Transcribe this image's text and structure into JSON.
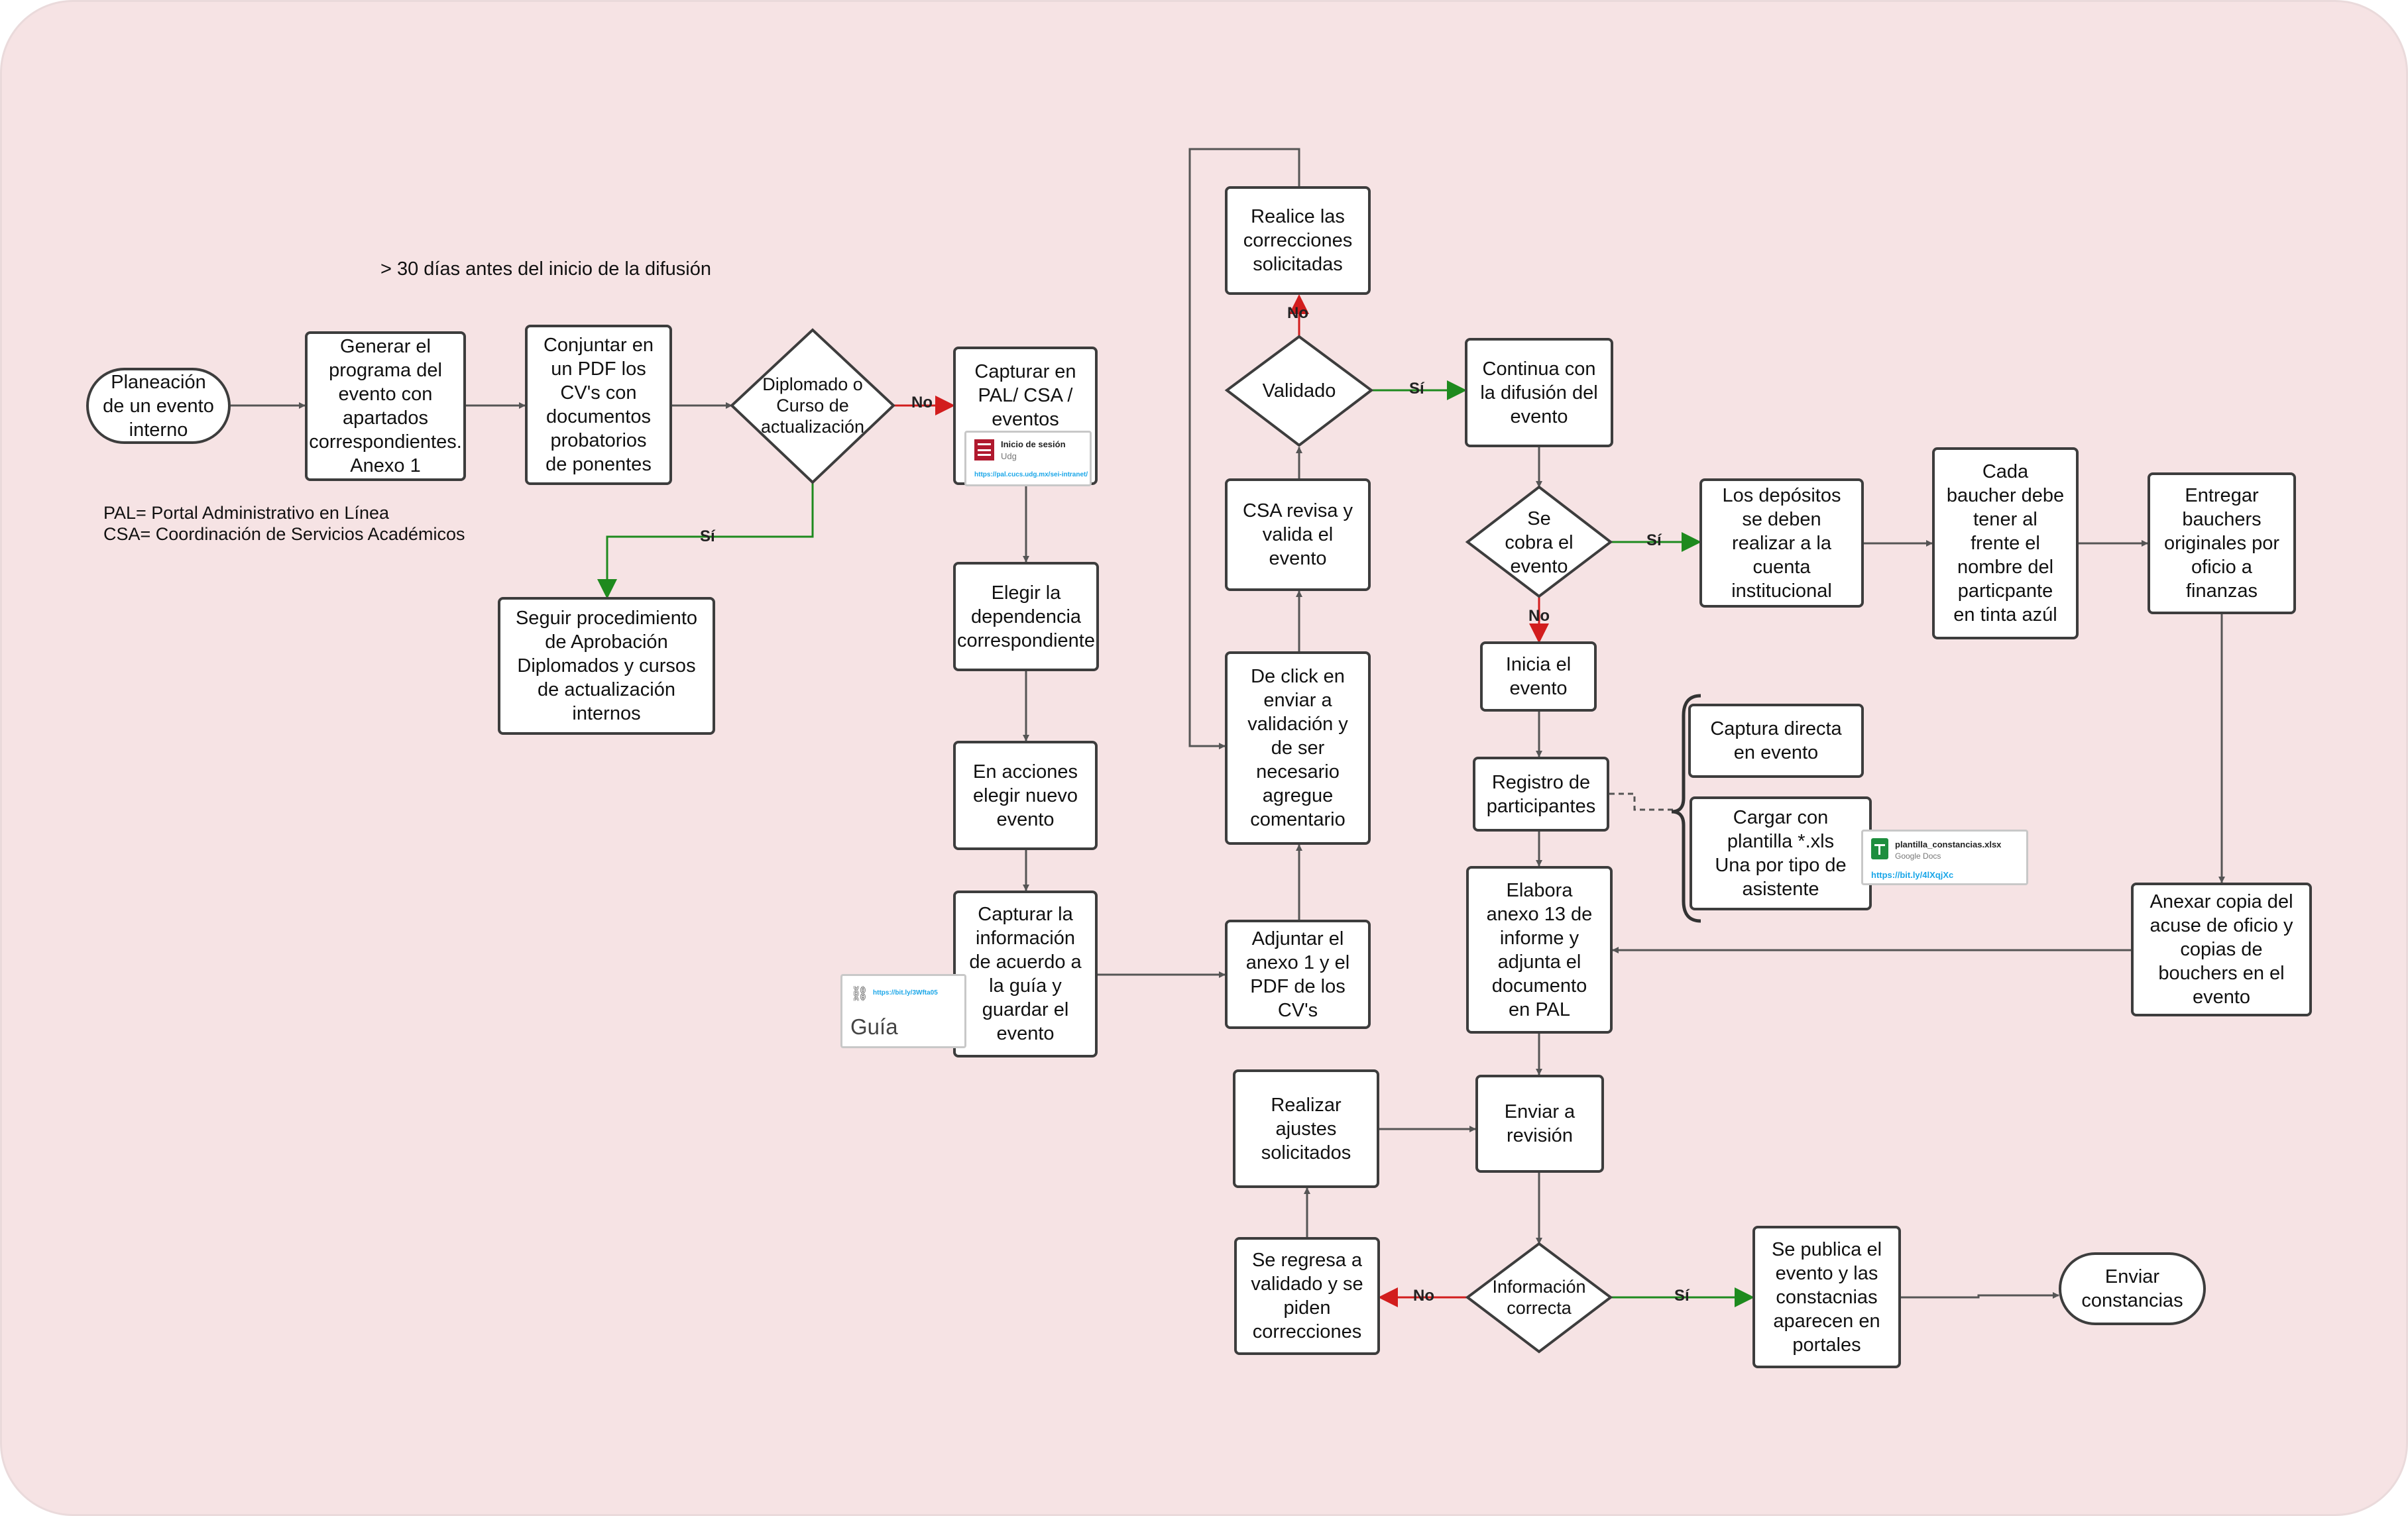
{
  "header": {
    "note": "> 30 días antes del inicio de la difusión"
  },
  "legend": {
    "line1": "PAL= Portal Administrativo en Línea",
    "line2": "CSA= Coordinación de Servicios Académicos"
  },
  "nodes": {
    "planeacion": "Planeación\nde un evento\ninterno",
    "generar": "Generar el\nprograma del\nevento con\napartados\ncorrespondientes.\nAnexo 1",
    "conjuntar": "Conjuntar en\nun PDF los\nCV's con\ndocumentos\nprobatorios\nde ponentes",
    "diplomado": "Diplomado o\nCurso de\nactualización",
    "seguir": "Seguir procedimiento\nde Aprobación\nDiplomados y cursos\nde actualización\ninternos",
    "capturar_pal": "Capturar en\nPAL/ CSA /\neventos",
    "elegir_dep": "Elegir la\ndependencia\ncorrespondiente",
    "acciones": "En acciones\nelegir nuevo\nevento",
    "capturar_info": "Capturar la\ninformación\nde acuerdo a\nla guía y\nguardar el\nevento",
    "adjuntar": "Adjuntar el\nanexo 1 y el\nPDF de los\nCV's",
    "de_click": "De click en\nenviar a\nvalidación y\nde ser\nnecesario\nagregue\ncomentario",
    "csa_revisa": "CSA revisa y\nvalida el\nevento",
    "validado": "Validado",
    "realice": "Realice las\ncorrecciones\nsolicitadas",
    "continua": "Continua con\nla difusión del\nevento",
    "se_cobra": "Se\ncobra el\nevento",
    "depositos": "Los depósitos\nse deben\nrealizar a la\ncuenta\ninstitucional",
    "cada_baucher": "Cada\nbaucher debe\ntener al\nfrente el\nnombre del\nparticpante\nen tinta azúl",
    "entregar": "Entregar\nbauchers\noriginales por\noficio a\nfinanzas",
    "inicia": "Inicia el\nevento",
    "registro": "Registro de\nparticipantes",
    "captura_directa": "Captura directa\nen evento",
    "cargar": "Cargar con\nplantilla *.xls\nUna por tipo de\nasistente",
    "elabora": "Elabora\nanexo 13 de\ninforme y\nadjunta el\ndocumento\nen PAL",
    "anexar": "Anexar copia del\nacuse de oficio y\ncopias de\nbouchers en el\nevento",
    "enviar_rev": "Enviar a\nrevisión",
    "realizar_ajustes": "Realizar\najustes\nsolicitados",
    "info_correcta": "Información\ncorrecta",
    "se_regresa": "Se regresa a\nvalidado y se\npiden\ncorrecciones",
    "se_publica": "Se publica el\nevento y las\nconstacnias\naparecen en\nportales",
    "enviar_const": "Enviar\nconstancias"
  },
  "labels": {
    "no": "No",
    "si": "Sí"
  },
  "cards": {
    "login": {
      "title": "Inicio de sesión",
      "subtitle": "Udg",
      "url": "https://pal.cucs.udg.mx/sei-intranet/"
    },
    "guia": {
      "url": "https://bit.ly/3Wfta05",
      "title": "Guía"
    },
    "plantilla": {
      "title": "plantilla_constancias.xlsx",
      "subtitle": "Google Docs",
      "url": "https://bit.ly/4lXqjXc"
    }
  },
  "colors": {
    "yes": "#1e8a1e",
    "no": "#d21d1d",
    "edge": "#555555",
    "background": "#f6e3e4",
    "sheets": "#1e8e3e",
    "udg": "#b0192e"
  },
  "icons": {
    "link": "link-icon",
    "login": "udg-logo-icon",
    "sheet": "google-sheets-icon"
  }
}
